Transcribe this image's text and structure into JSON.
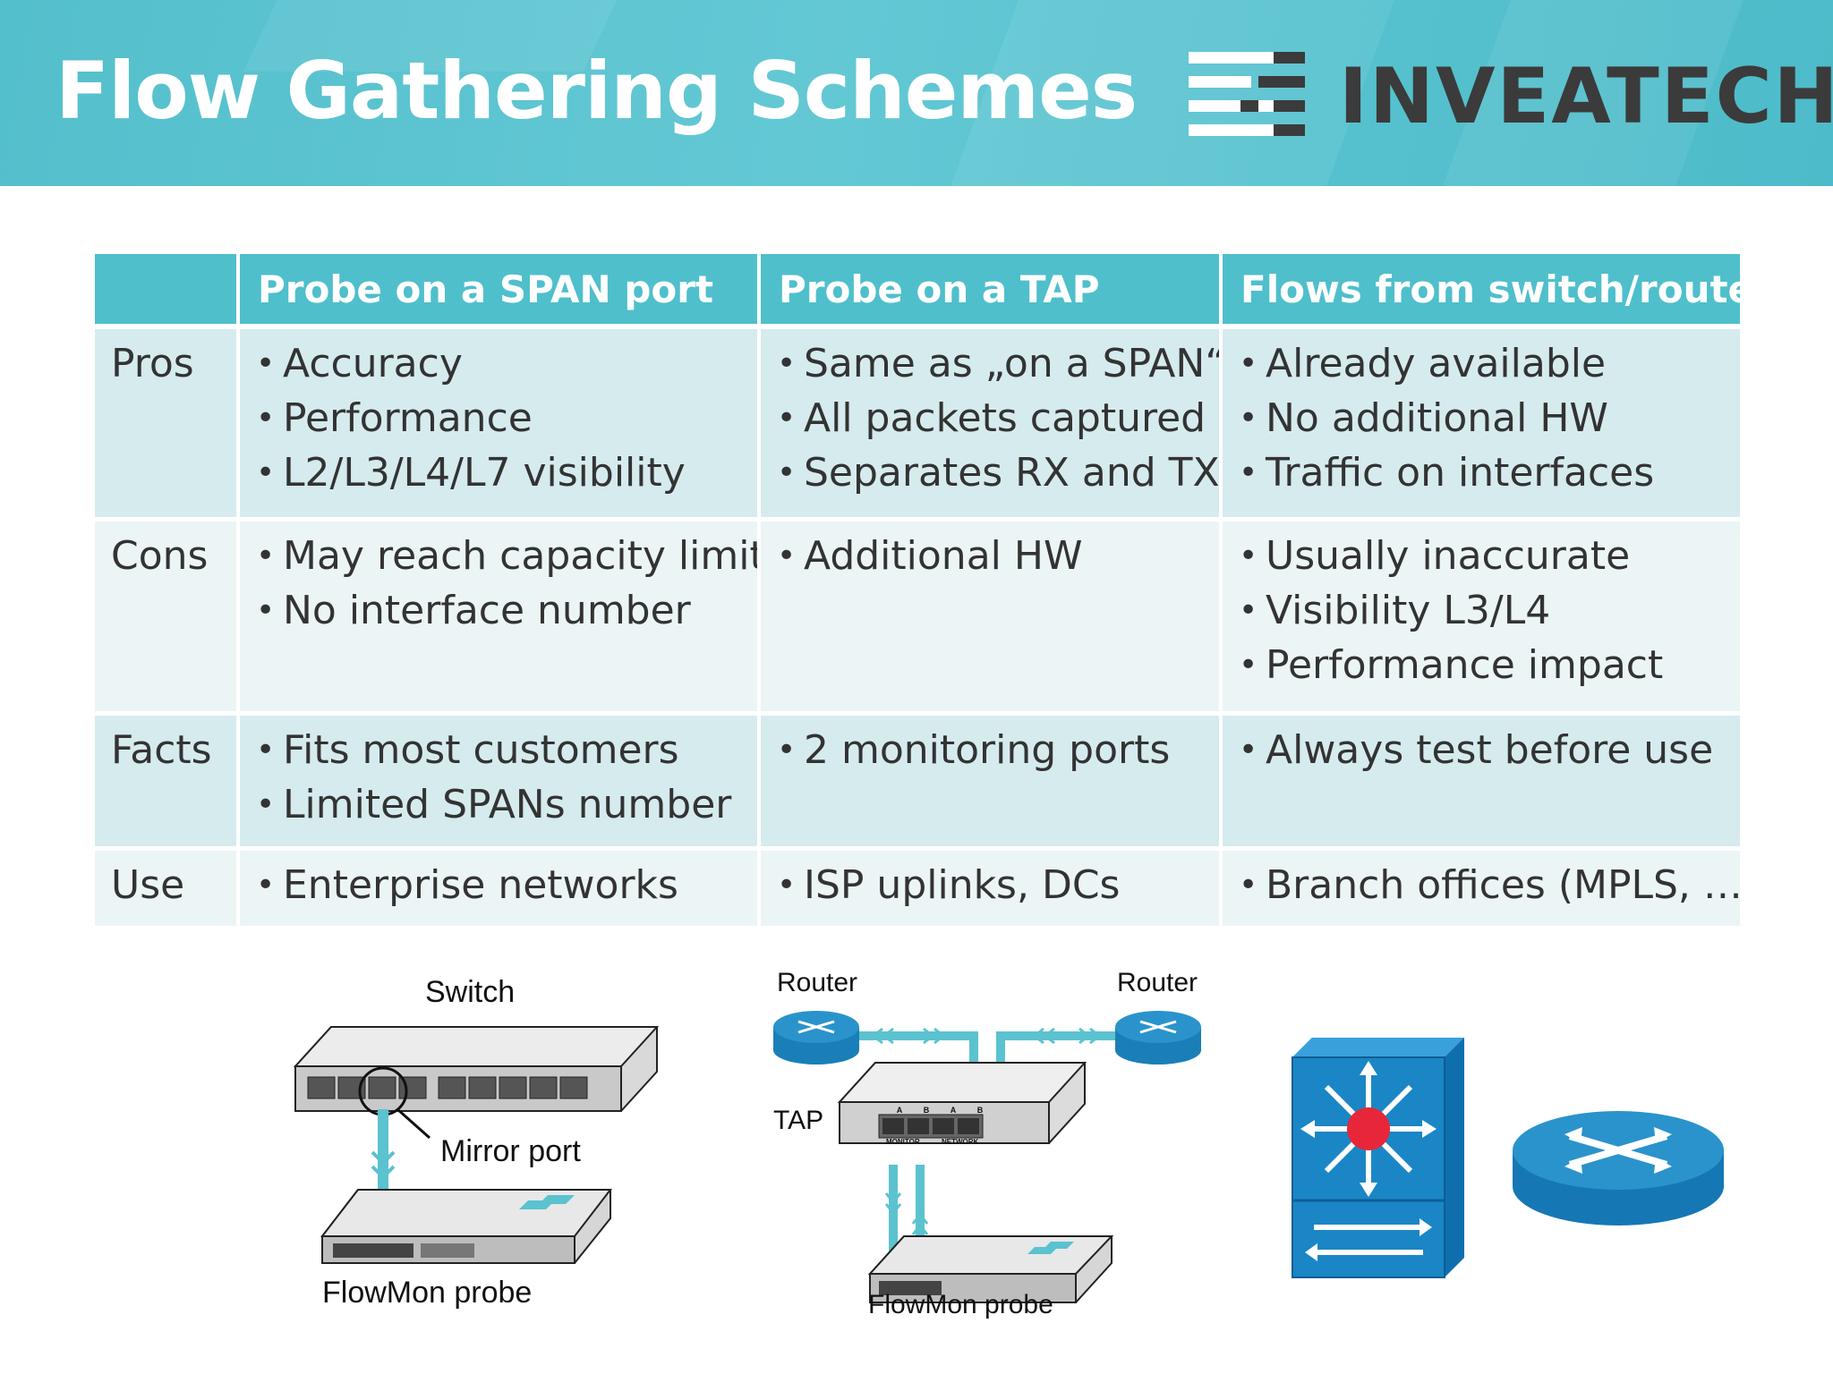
{
  "header": {
    "title": "Flow Gathering Schemes",
    "logo_text": "INVEATECH"
  },
  "table": {
    "columns": [
      "",
      "Probe on a SPAN port",
      "Probe on a TAP",
      "Flows from switch/router"
    ],
    "rows": [
      {
        "label": "Pros",
        "span": [
          "Accuracy",
          "Performance",
          "L2/L3/L4/L7 visibility"
        ],
        "tap": [
          "Same as „on a SPAN“",
          "All packets captured",
          "Separates RX and TX"
        ],
        "flows": [
          "Already available",
          "No additional HW",
          "Traffic on interfaces"
        ]
      },
      {
        "label": "Cons",
        "span": [
          "May reach capacity limit",
          "No interface number"
        ],
        "tap": [
          "Additional HW"
        ],
        "flows": [
          "Usually inaccurate",
          "Visibility L3/L4",
          "Performance impact"
        ]
      },
      {
        "label": "Facts",
        "span": [
          "Fits most customers",
          "Limited SPANs number"
        ],
        "tap": [
          "2 monitoring ports"
        ],
        "flows": [
          "Always test before use"
        ]
      },
      {
        "label": "Use",
        "span": [
          "Enterprise networks"
        ],
        "tap": [
          "ISP uplinks, DCs"
        ],
        "flows": [
          "Branch offices (MPLS, …)"
        ]
      }
    ]
  },
  "diagrams": {
    "span": {
      "switch_label": "Switch",
      "mirror_label": "Mirror port",
      "probe_label": "FlowMon probe"
    },
    "tap": {
      "router_left_label": "Router",
      "router_right_label": "Router",
      "tap_label": "TAP",
      "port_letters": [
        "A",
        "B",
        "A",
        "B"
      ],
      "monitor_label": "MONITOR",
      "network_label": "NETWORK",
      "probe_label": "FlowMon probe"
    }
  },
  "colors": {
    "header_bg": "#57c2cf",
    "table_header_bg": "#4fbfcc",
    "row_dark": "#d6ebee",
    "row_light": "#ecf5f6",
    "cable": "#5bc2cf",
    "cisco_blue": "#1a86c6"
  },
  "icons": [
    "inveatech-logo-icon",
    "switch-device-icon",
    "flowmon-probe-icon",
    "router-icon",
    "tap-device-icon",
    "layer3-switch-icon"
  ]
}
